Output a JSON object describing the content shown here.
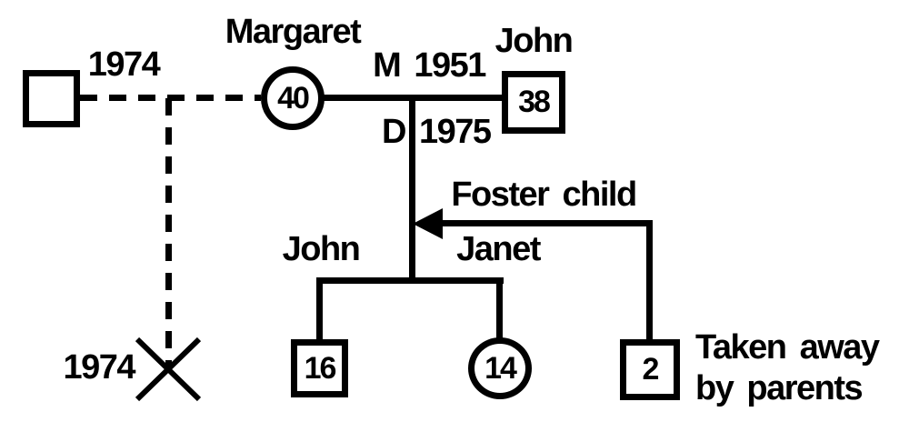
{
  "genogram": {
    "colors": {
      "ink": "#000000",
      "background": "#ffffff"
    },
    "mother": {
      "name": "Margaret",
      "age": "40"
    },
    "father": {
      "name": "John",
      "age": "38"
    },
    "marriage": {
      "married_label": "M 1951",
      "divorce_prefix": "D",
      "divorce_year": "1975"
    },
    "affair": {
      "year_start": "1974",
      "year_end": "1974"
    },
    "children": {
      "son": {
        "name": "John",
        "age": "16"
      },
      "daughter": {
        "name": "Janet",
        "age": "14"
      },
      "foster": {
        "age": "2",
        "relationship_label": "Foster child",
        "note_line1": "Taken away",
        "note_line2": "by parents"
      }
    }
  }
}
